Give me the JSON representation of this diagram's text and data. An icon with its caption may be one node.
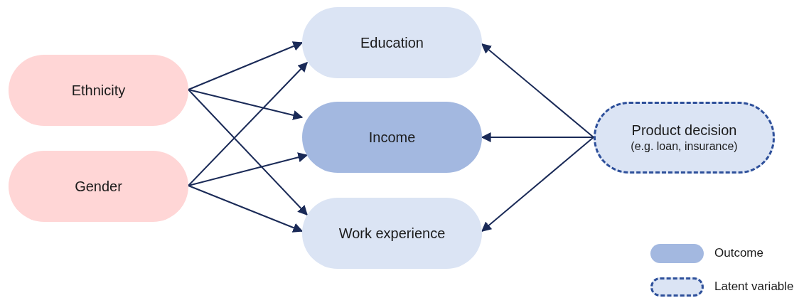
{
  "diagram": {
    "nodes": [
      {
        "text": [
          "Ethnicity"
        ]
      },
      {
        "text": [
          "Gender"
        ]
      },
      {
        "text": [
          "Education"
        ]
      },
      {
        "text": [
          "Income"
        ]
      },
      {
        "text": [
          "Work experience"
        ]
      },
      {
        "text": [
          "Product decision",
          "(e.g. loan, insurance)"
        ]
      }
    ],
    "edges": [
      {
        "from": 0,
        "to": 2,
        "arrow": "to"
      },
      {
        "from": 0,
        "to": 3,
        "arrow": "to"
      },
      {
        "from": 0,
        "to": 4,
        "arrow": "to"
      },
      {
        "from": 1,
        "to": 2,
        "arrow": "to"
      },
      {
        "from": 1,
        "to": 3,
        "arrow": "to"
      },
      {
        "from": 1,
        "to": 4,
        "arrow": "to"
      },
      {
        "from": 5,
        "to": 2,
        "arrow": "to"
      },
      {
        "from": 5,
        "to": 3,
        "arrow": "to"
      },
      {
        "from": 5,
        "to": 4,
        "arrow": "to"
      }
    ],
    "legend": [
      {
        "text": "Outcome",
        "color": "#a3b8e0"
      },
      {
        "text": "Latent variable"
      }
    ]
  }
}
